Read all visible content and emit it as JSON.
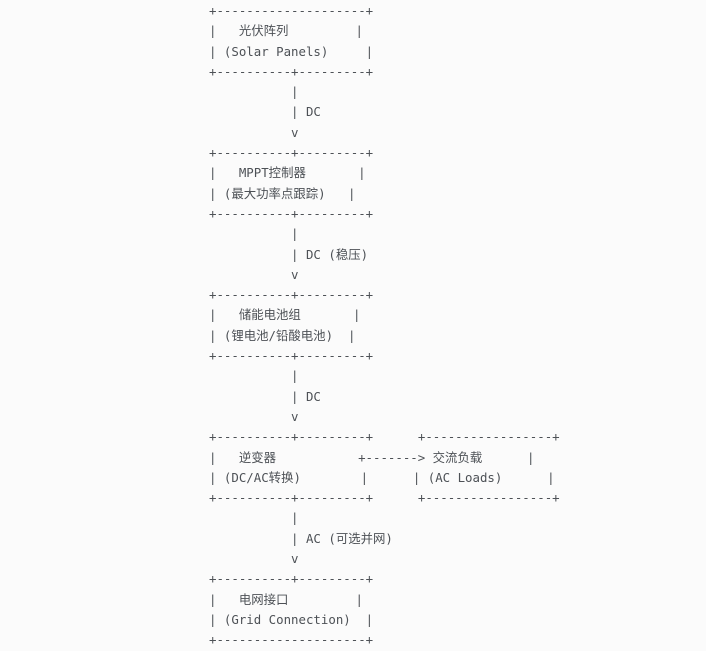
{
  "page": {
    "background_color": "#fbfbfb",
    "text_color": "#4d5156",
    "type": "ascii-flowchart"
  },
  "diagram": {
    "nodes": [
      {
        "id": "solar-panels",
        "title": "光伏阵列",
        "subtitle": "(Solar Panels)"
      },
      {
        "id": "mppt-controller",
        "title": "MPPT控制器",
        "subtitle": "(最大功率点跟踪)"
      },
      {
        "id": "battery-bank",
        "title": "储能电池组",
        "subtitle": "(锂电池/铅酸电池)"
      },
      {
        "id": "inverter",
        "title": "逆变器",
        "subtitle": "(DC/AC转换)"
      },
      {
        "id": "ac-loads",
        "title": "交流负载",
        "subtitle": "(AC Loads)"
      },
      {
        "id": "grid-connection",
        "title": "电网接口",
        "subtitle": "(Grid Connection)"
      }
    ],
    "edges": [
      {
        "from": "solar-panels",
        "to": "mppt-controller",
        "label": "DC"
      },
      {
        "from": "mppt-controller",
        "to": "battery-bank",
        "label": "DC (稳压)"
      },
      {
        "from": "battery-bank",
        "to": "inverter",
        "label": "DC"
      },
      {
        "from": "inverter",
        "to": "ac-loads",
        "label": ""
      },
      {
        "from": "inverter",
        "to": "grid-connection",
        "label": "AC (可选并网)"
      }
    ],
    "lines": [
      "+--------------------+",
      "|   光伏阵列         |",
      "| (Solar Panels)     |",
      "+----------+---------+",
      "           |",
      "           | DC",
      "           v",
      "+----------+---------+",
      "|   MPPT控制器       |",
      "| (最大功率点跟踪)   |",
      "+----------+---------+",
      "           |",
      "           | DC (稳压)",
      "           v",
      "+----------+---------+",
      "|   储能电池组       |",
      "| (锂电池/铅酸电池)  |",
      "+----------+---------+",
      "           |",
      "           | DC",
      "           v",
      "+----------+---------+      +-----------------+",
      "|   逆变器           +-------> 交流负载      |",
      "| (DC/AC转换)        |      | (AC Loads)      |",
      "+----------+---------+      +-----------------+",
      "           |",
      "           | AC (可选并网)",
      "           v",
      "+----------+---------+",
      "|   电网接口         |",
      "| (Grid Connection)  |",
      "+--------------------+"
    ]
  }
}
